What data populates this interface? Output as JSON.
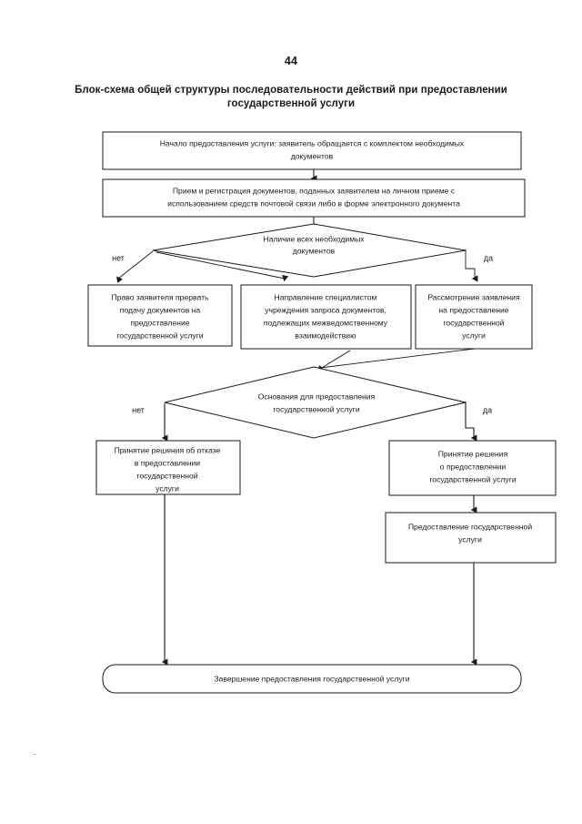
{
  "document": {
    "page_number": "44",
    "title_line1": "Блок-схема общей структуры последовательности действий при предоставлении",
    "title_line2": "государственной услуги"
  },
  "flowchart": {
    "type": "flowchart",
    "nodes": [
      {
        "id": "start",
        "shape": "rect",
        "lines": [
          "Начало предоставления услуги: заявитель обращается с комплектом необходимых",
          "документов"
        ]
      },
      {
        "id": "registration",
        "shape": "rect",
        "lines": [
          "Прием и регистрация документов, поданных заявителем на личном приеме с",
          "использованием средств почтовой связи либо в форме электронного документа"
        ]
      },
      {
        "id": "decision-documents",
        "shape": "diamond",
        "lines": [
          "Наличие всех необходимых",
          "документов"
        ]
      },
      {
        "id": "interrupt-right",
        "shape": "rect",
        "lines": [
          "Право заявителя прервать",
          "подачу документов на",
          "предоставление",
          "государственной услуги"
        ]
      },
      {
        "id": "interagency-request",
        "shape": "rect",
        "lines": [
          "Направление специалистом",
          "учреждения запроса документов,",
          "подлежащих межведомственному",
          "взаимодействию"
        ]
      },
      {
        "id": "application-review",
        "shape": "rect",
        "lines": [
          "Рассмотрение заявления",
          "на предоставление",
          "государственной",
          "услуги"
        ]
      },
      {
        "id": "decision-grounds",
        "shape": "diamond",
        "lines": [
          "Основания для предоставления",
          "государственной услуги"
        ]
      },
      {
        "id": "refusal-decision",
        "shape": "rect",
        "lines": [
          "Принятие решения об отказе",
          "в предоставлении",
          "государственной",
          "услуги"
        ]
      },
      {
        "id": "grant-decision",
        "shape": "rect",
        "lines": [
          "Принятие решения",
          "о предоставлении",
          "государственной услуги"
        ]
      },
      {
        "id": "service-provision",
        "shape": "rect",
        "lines": [
          "Предоставление государственной",
          "услуги"
        ]
      },
      {
        "id": "completion",
        "shape": "rounded-rect",
        "lines": [
          "Завершение предоставления государственной услуги"
        ]
      }
    ],
    "branch_labels": {
      "no": "нет",
      "yes": "да"
    },
    "edges": [
      {
        "from": "start",
        "to": "registration",
        "label": ""
      },
      {
        "from": "registration",
        "to": "decision-documents",
        "label": ""
      },
      {
        "from": "decision-documents",
        "to": "interrupt-right",
        "label": "нет"
      },
      {
        "from": "decision-documents",
        "to": "interagency-request",
        "label": "нет"
      },
      {
        "from": "decision-documents",
        "to": "application-review",
        "label": "да"
      },
      {
        "from": "interagency-request",
        "to": "decision-grounds",
        "label": ""
      },
      {
        "from": "application-review",
        "to": "decision-grounds",
        "label": ""
      },
      {
        "from": "decision-grounds",
        "to": "refusal-decision",
        "label": "нет"
      },
      {
        "from": "decision-grounds",
        "to": "grant-decision",
        "label": "да"
      },
      {
        "from": "grant-decision",
        "to": "service-provision",
        "label": ""
      },
      {
        "from": "refusal-decision",
        "to": "completion",
        "label": ""
      },
      {
        "from": "service-provision",
        "to": "completion",
        "label": ""
      }
    ],
    "colors": {
      "stroke": "#1a1a1a",
      "fill": "#ffffff",
      "background": "#ffffff"
    }
  }
}
